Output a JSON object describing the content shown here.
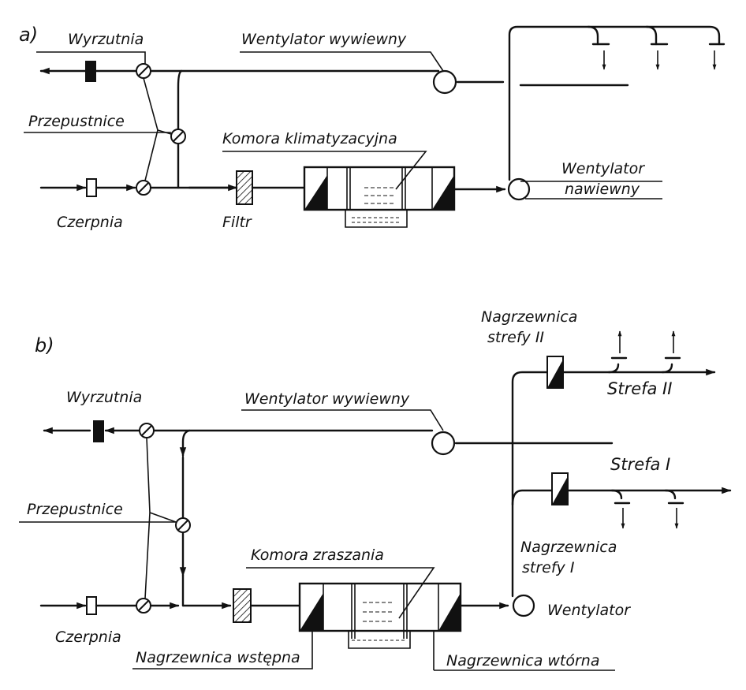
{
  "panel_a": {
    "marker": "a)",
    "labels": {
      "wyrzutnia": "Wyrzutnia",
      "przepustnice": "Przepustnice",
      "czerpnia": "Czerpnia",
      "filtr": "Filtr",
      "komora": "Komora klimatyzacyjna",
      "wentylator_wywiewny": "Wentylator wywiewny",
      "wentylator_nawiewny_1": "Wentylator",
      "wentylator_nawiewny_2": "nawiewny"
    }
  },
  "panel_b": {
    "marker": "b)",
    "labels": {
      "wyrzutnia": "Wyrzutnia",
      "przepustnice": "Przepustnice",
      "czerpnia": "Czerpnia",
      "wentylator_wywiewny": "Wentylator wywiewny",
      "komora_zraszania": "Komora zraszania",
      "nagrzewnica_wstepna": "Nagrzewnica wstępna",
      "nagrzewnica_wtorna": "Nagrzewnica wtórna",
      "wentylator": "Wentylator",
      "nagrzewnica_strefy_ii_1": "Nagrzewnica",
      "nagrzewnica_strefy_ii_2": "strefy II",
      "nagrzewnica_strefy_i_1": "Nagrzewnica",
      "nagrzewnica_strefy_i_2": "strefy I",
      "strefa_ii": "Strefa II",
      "strefa_i": "Strefa I"
    }
  }
}
